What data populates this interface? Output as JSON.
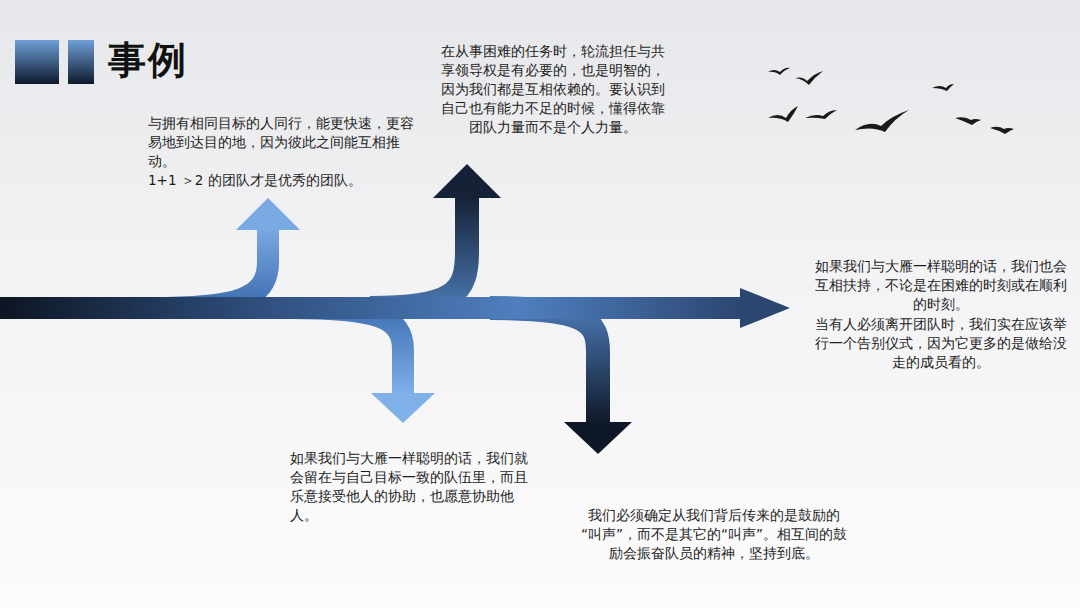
{
  "diagram": {
    "title": "事例",
    "labels": [
      "与拥有相同目标的人同行，能更快速，更容易地到达目的地，因为彼此之间能互相推动。",
      "1+1 ＞2 的团队才是优秀的团队。",
      "在从事困难的任务时，轮流担任与共享领导权是有必要的，也是明智的，因为我们都是互相依赖的。要认识到自己也有能力不足的时候，懂得依靠团队力量而不是个人力量。",
      "如果我们与大雁一样聪明的话，我们也会互相扶持，不论是在困难的时刻或在顺利的时刻。",
      "当有人必须离开团队时，我们实在应该举行一个告别仪式，因为它更多的是做给没走的成员看的。",
      "如果我们与大雁一样聪明的话，我们就会留在与自己目标一致的队伍里，而且乐意接受他人的协助，也愿意协助他人。",
      "我们必须确定从我们背后传来的是鼓励的“叫声”，而不是其它的“叫声”。相互间的鼓励会振奋队员的精神，坚持到底。"
    ]
  }
}
